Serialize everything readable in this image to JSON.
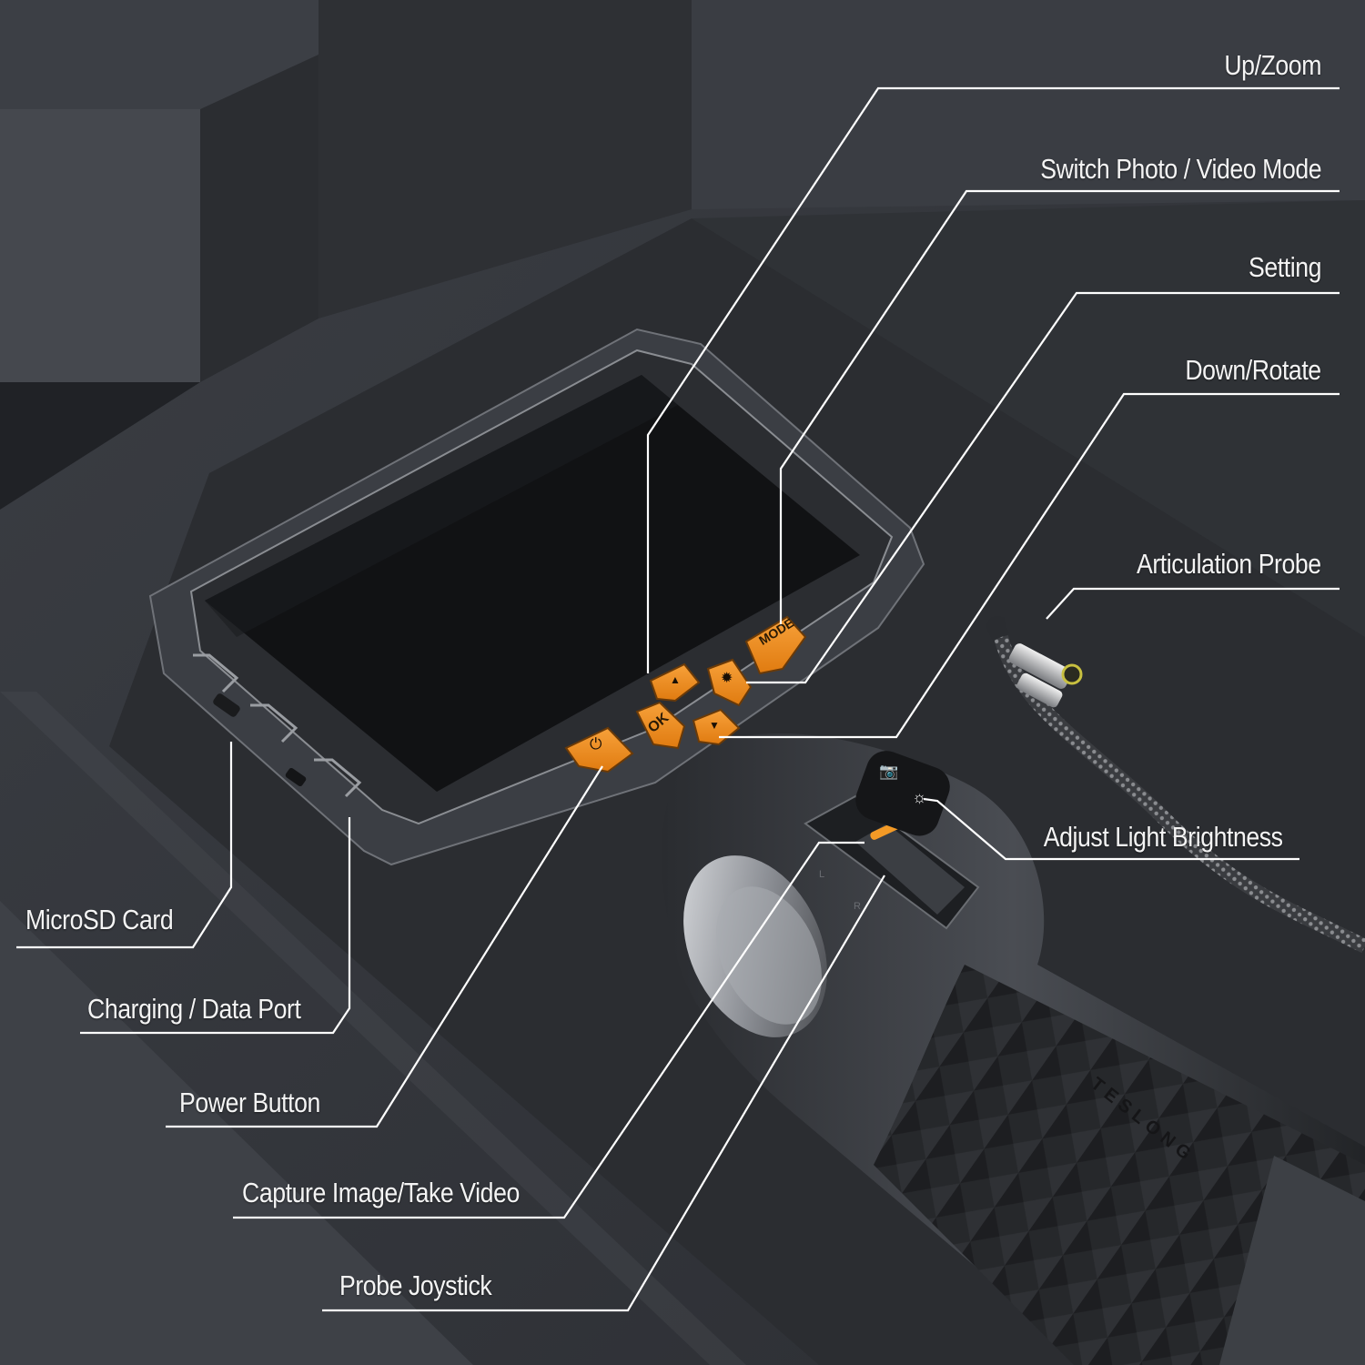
{
  "device": {
    "brand_engraving": "TESLONG",
    "accent_color": "#f08a1c",
    "buttons": {
      "mode": "MODE",
      "ok": "OK",
      "up": "▲",
      "down": "▼",
      "setting": "gear",
      "power": "power"
    },
    "joystick_marks": [
      "L",
      "R"
    ]
  },
  "callouts": [
    {
      "id": "up-zoom",
      "label": "Up/Zoom"
    },
    {
      "id": "switch-mode",
      "label": "Switch Photo / Video Mode"
    },
    {
      "id": "setting",
      "label": "Setting"
    },
    {
      "id": "down-rotate",
      "label": "Down/Rotate"
    },
    {
      "id": "articulation-probe",
      "label": "Articulation Probe"
    },
    {
      "id": "adjust-light",
      "label": "Adjust Light Brightness"
    },
    {
      "id": "microsd",
      "label": "MicroSD Card"
    },
    {
      "id": "charging-port",
      "label": "Charging / Data Port"
    },
    {
      "id": "power-button",
      "label": "Power Button"
    },
    {
      "id": "capture",
      "label": "Capture Image/Take Video"
    },
    {
      "id": "probe-joystick",
      "label": "Probe Joystick"
    }
  ]
}
